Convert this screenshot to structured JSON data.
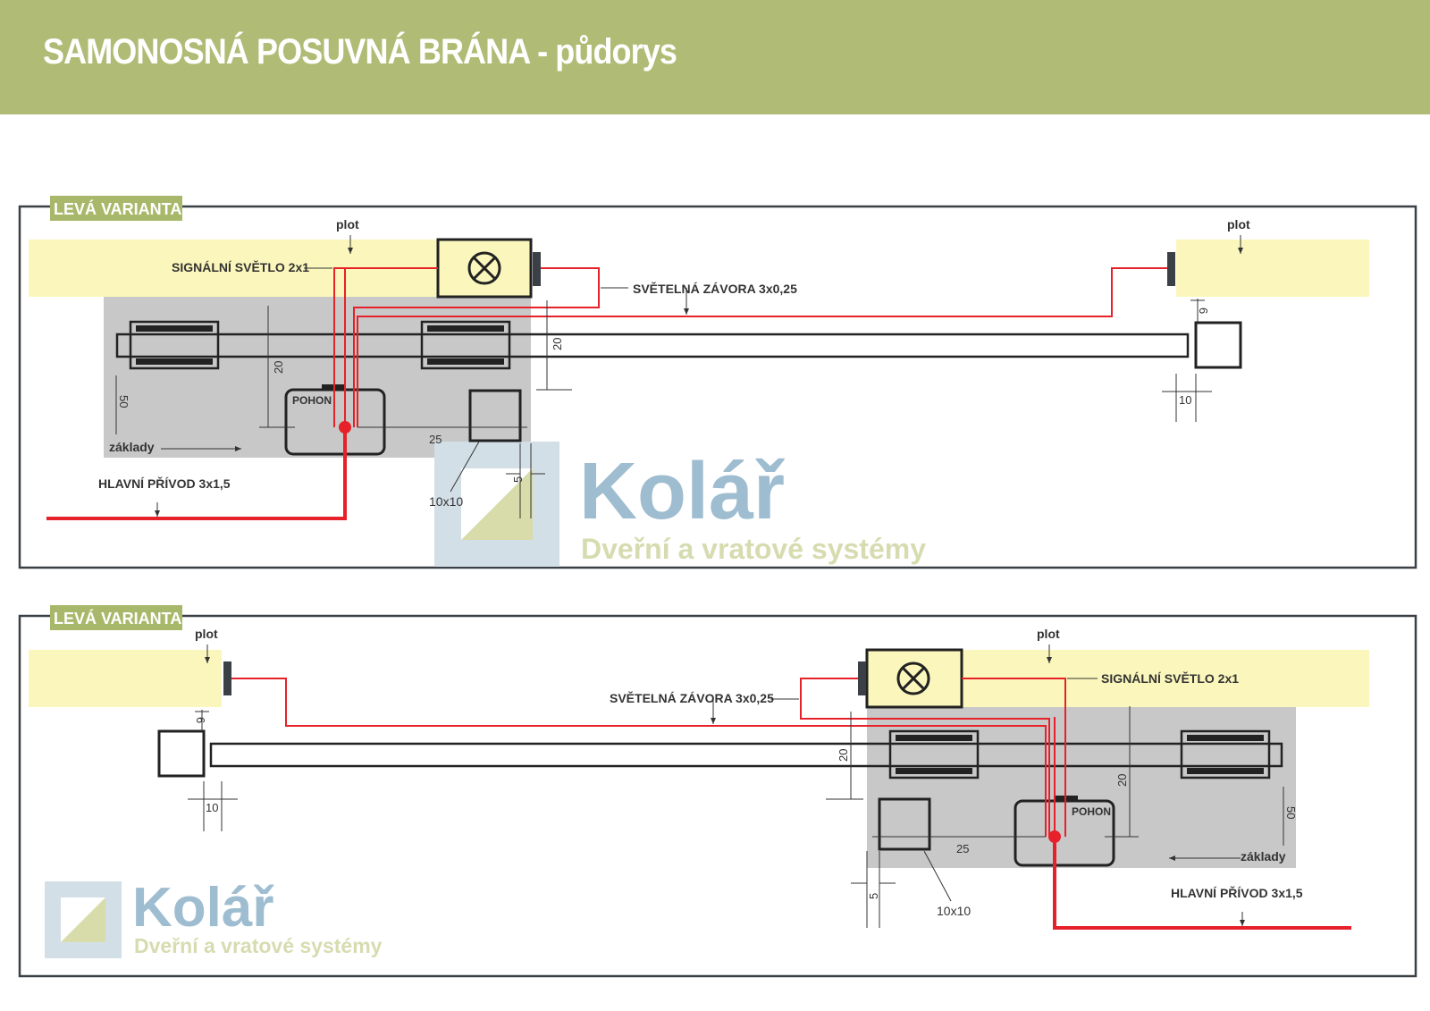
{
  "header": {
    "title": "SAMONOSNÁ POSUVNÁ BRÁNA - půdorys",
    "background": "#b0bc76"
  },
  "colors": {
    "fence": "#fbf7bc",
    "foundation": "#c8c8c8",
    "cable": "#e6212a",
    "frame": "#3a4046",
    "badge": "#a8b86a"
  },
  "panels": [
    {
      "badge": "LEVÁ VARIANTA",
      "labels": {
        "plot_left": "plot",
        "plot_right": "plot",
        "signal_light": "SIGNÁLNÍ SVĚTLO 2x1",
        "light_barrier": "SVĚTELNÁ ZÁVORA  3x0,25",
        "drive": "POHON",
        "foundations": "základy",
        "main_supply": "HLAVNÍ PŘÍVOD 3x1,5",
        "post_size": "10x10"
      },
      "dimensions": {
        "d20a": "20",
        "d20b": "20",
        "d50": "50",
        "d25": "25",
        "d5": "5",
        "d6": "6",
        "d10": "10"
      }
    },
    {
      "badge": "LEVÁ VARIANTA",
      "labels": {
        "plot_left": "plot",
        "plot_right": "plot",
        "signal_light": "SIGNÁLNÍ SVĚTLO 2x1",
        "light_barrier": "SVĚTELNÁ ZÁVORA  3x0,25",
        "drive": "POHON",
        "foundations": "základy",
        "main_supply": "HLAVNÍ PŘÍVOD 3x1,5",
        "post_size": "10x10"
      },
      "dimensions": {
        "d20a": "20",
        "d20b": "20",
        "d50": "50",
        "d25": "25",
        "d5": "5",
        "d6": "6",
        "d10": "10"
      }
    }
  ],
  "logo": {
    "name": "Kolář",
    "tagline": "Dveřní a vratové systémy"
  }
}
